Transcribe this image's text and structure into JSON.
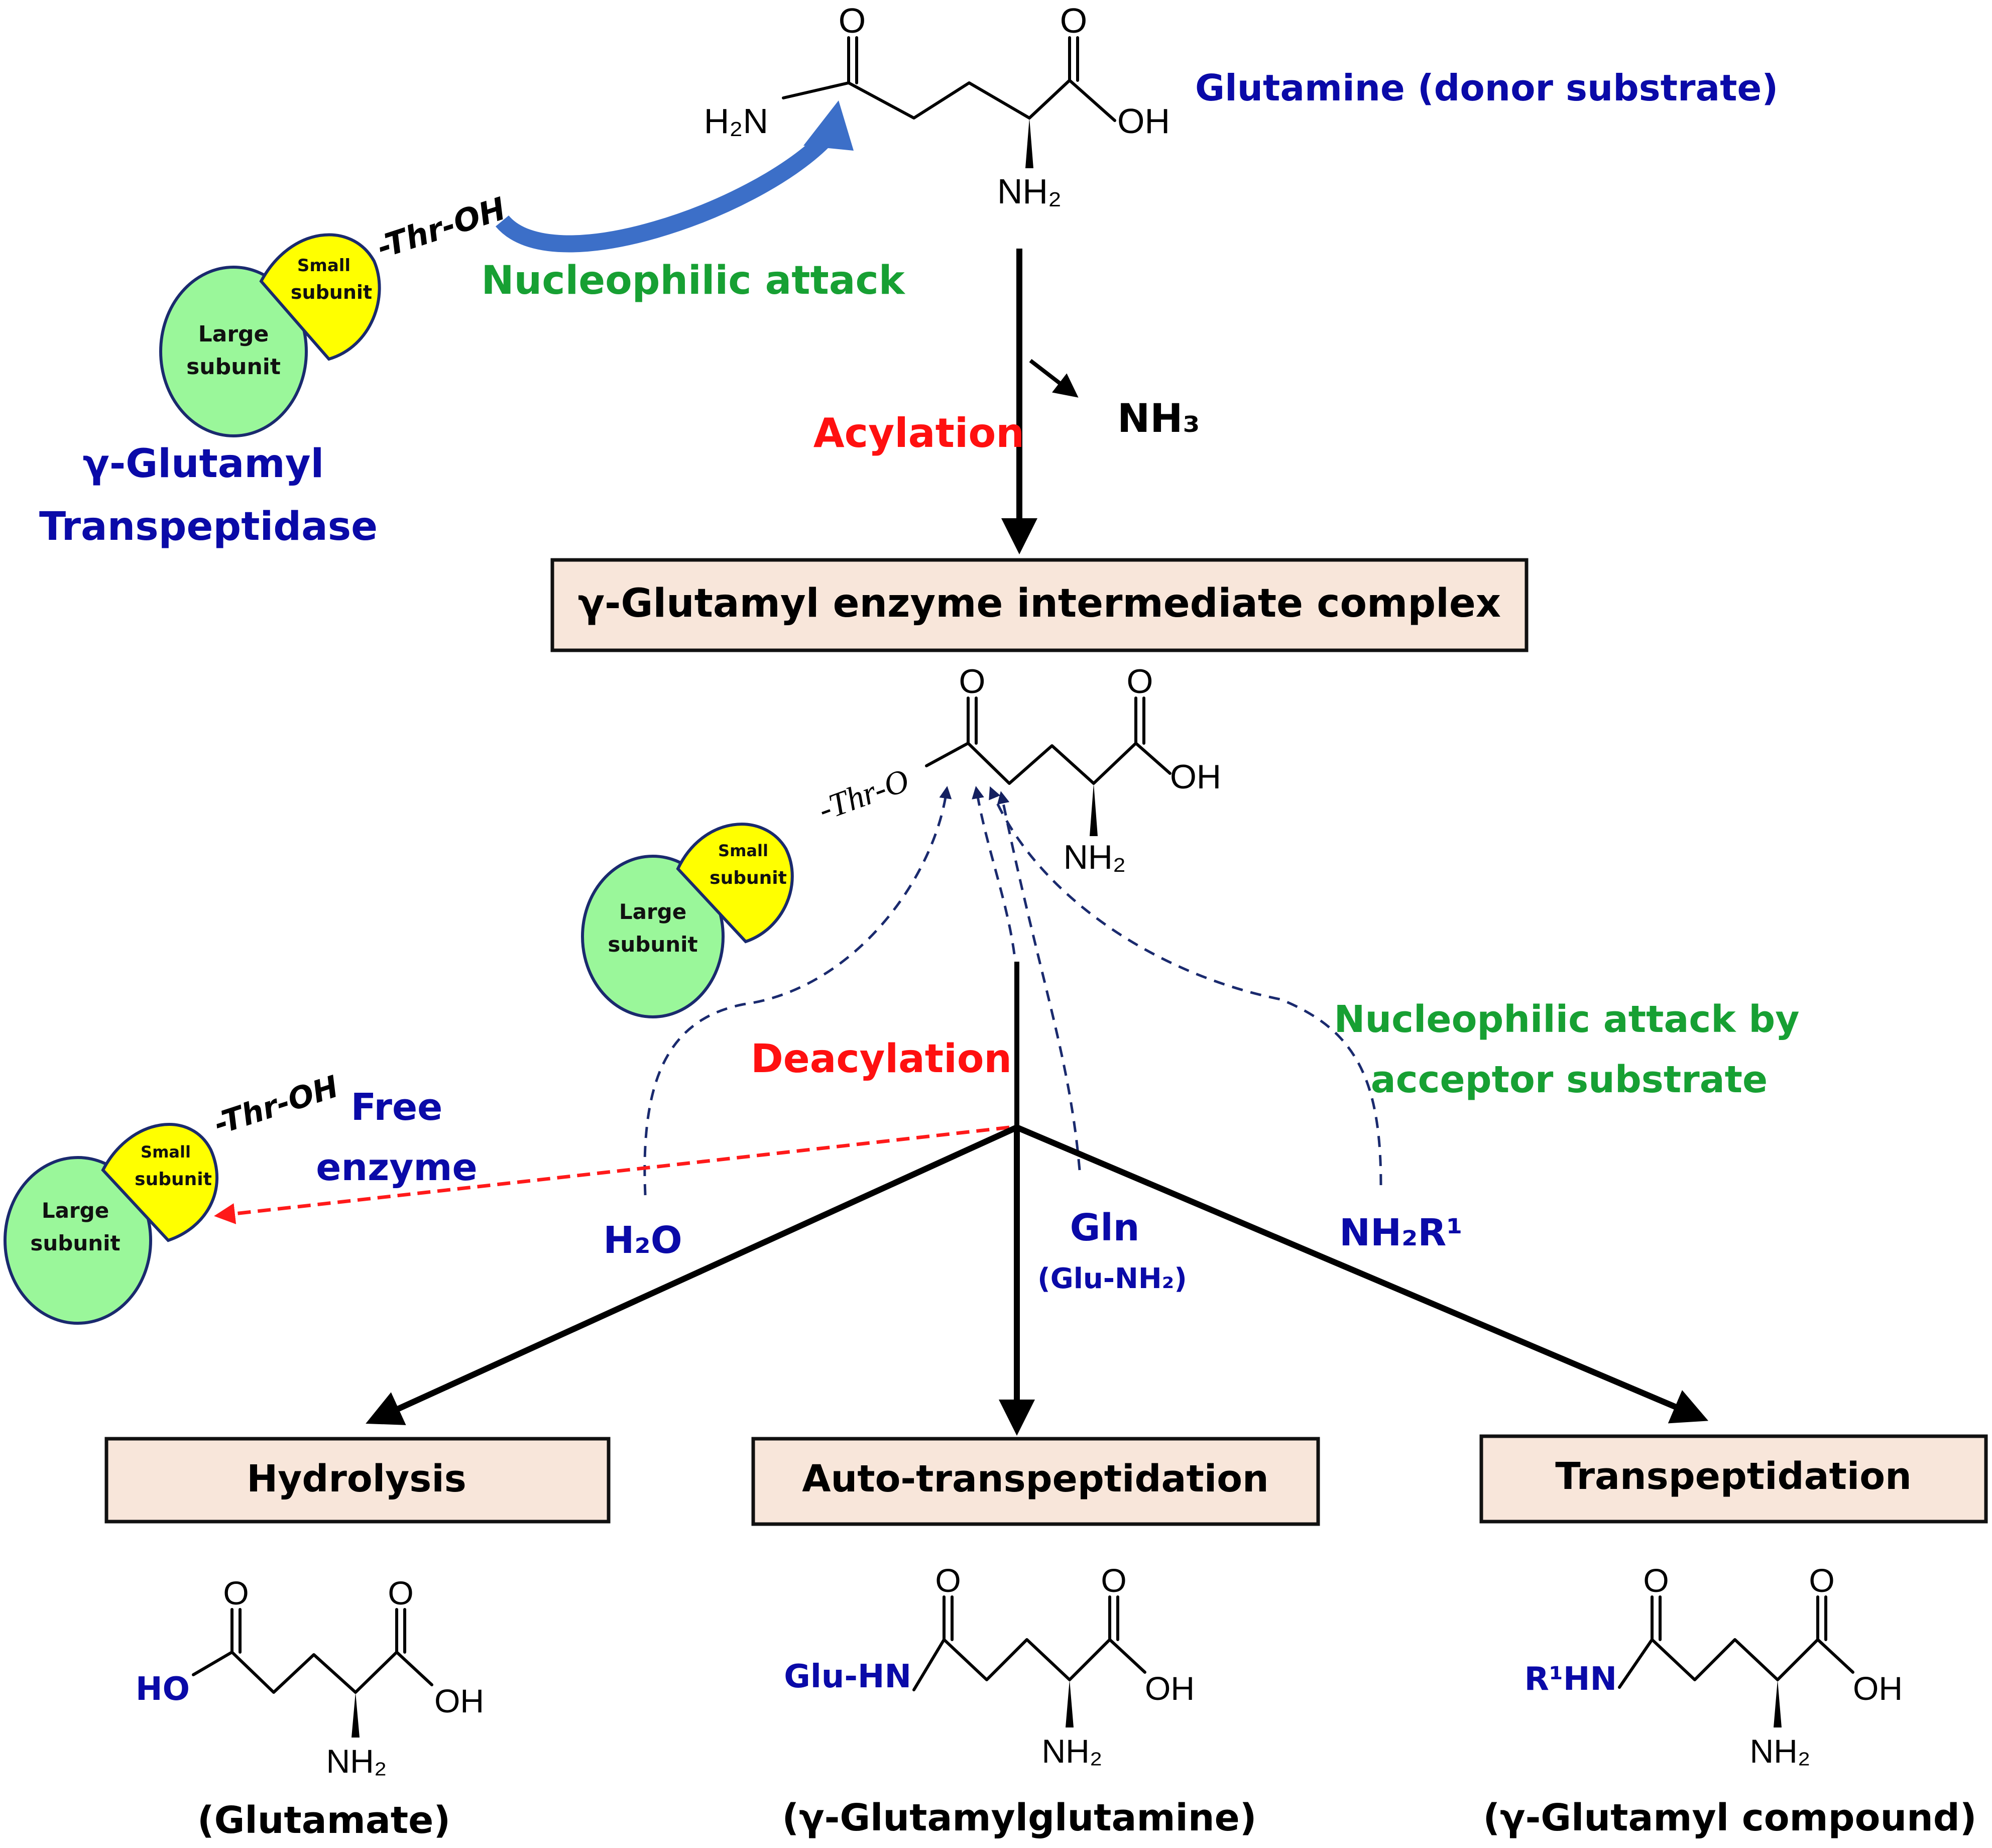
{
  "figure": {
    "title": "γ-Glutamyl transpeptidase reaction mechanism"
  },
  "enzyme": {
    "name_line1": "γ-Glutamyl",
    "name_line2": "Transpeptidase",
    "large_subunit_line1": "Large",
    "large_subunit_line2": "subunit",
    "small_subunit_line1": "Small",
    "small_subunit_line2": "subunit",
    "thr_oh": "-Thr-OH",
    "thr_o": "-Thr-O"
  },
  "donor": {
    "label": "Glutamine (donor substrate)",
    "h2n": "H₂N",
    "oh": "OH",
    "nh2": "NH₂",
    "o": "O"
  },
  "steps": {
    "nucleophilic_attack": "Nucleophilic attack",
    "acylation": "Acylation",
    "nh3": "NH₃",
    "intermediate": "γ-Glutamyl enzyme intermediate complex",
    "deacylation": "Deacylation",
    "acceptor_attack_line1": "Nucleophilic attack by",
    "acceptor_attack_line2": "acceptor substrate",
    "free_enzyme_line1": "Free",
    "free_enzyme_line2": "enzyme"
  },
  "acceptors": {
    "water": "H₂O",
    "gln": "Gln",
    "gln_sub": "(Glu-NH₂)",
    "amine": "NH₂R¹"
  },
  "outcomes": [
    {
      "process": "Hydrolysis",
      "group": "HO",
      "product": "(Glutamate)"
    },
    {
      "process": "Auto-transpeptidation",
      "group": "Glu-HN",
      "product": "(γ-Glutamylglutamine)"
    },
    {
      "process": "Transpeptidation",
      "group": "R¹HN",
      "product": "(γ-Glutamyl compound)"
    }
  ],
  "colors": {
    "label_blue": "#0a0aa8",
    "label_green": "#17a033",
    "label_red": "#ff1010",
    "box_fill": "#f8e6da",
    "large_subunit": "#9af79a",
    "small_subunit": "#ffff00",
    "attack_arrow": "#3c6fc8"
  }
}
